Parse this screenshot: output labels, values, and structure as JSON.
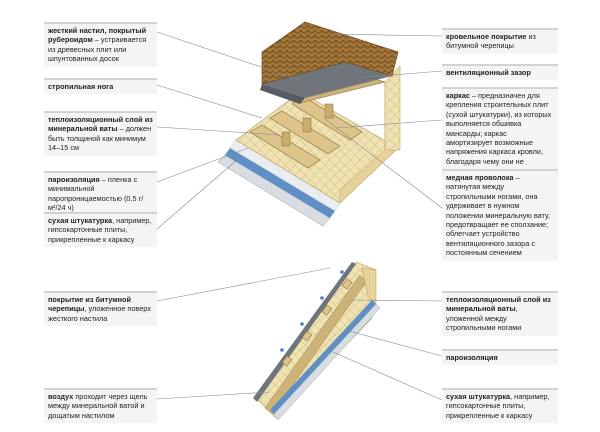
{
  "callouts": {
    "hard_deck": {
      "bold": "жесткий настил, покрытый рубероидом",
      "rest": " – устраивается из древесных плит или шпунтованных досок"
    },
    "rafter": {
      "bold": "стропильная нога",
      "rest": ""
    },
    "insulation_top": {
      "bold": "теплоизоляционный слой из минеральной ваты",
      "rest": " – должен быть толщиной как минимум 14–15 см"
    },
    "vapor_barrier_top": {
      "bold": "пароизоляция",
      "rest": " – пленка с минимальной паропроницаемостью (0,5 г/м²/24 ч)"
    },
    "drywall_top": {
      "bold": "сухая штукатурка",
      "rest": ", например, гипсокартонные плиты, прикрепленные к каркасу"
    },
    "roofing": {
      "bold": "кровельное покрытие",
      "rest": " из битумной черепицы"
    },
    "vent_gap": {
      "bold": "вентиляционный зазор",
      "rest": ""
    },
    "frame": {
      "bold": "каркас",
      "rest": " – предназначен для крепления строительных плит (сухой штукатурки), из которых выполняется обшивка мансарды; каркас амортизирует возможные напряжения каркаса кровли, благодаря чему они не переносятся на плиты"
    },
    "copper_wire": {
      "bold": "медная проволока",
      "rest": " – натянутая между стропильными ногами, она удерживает в нужном положении минеральную вату, предотвращает ее сползание; облегчает устройство вентиляционного зазора с постоянным сечением"
    },
    "bitumen_shingle": {
      "bold": "покрытие из битумной черепицы",
      "rest": ", уложенное поверх жесткого настила"
    },
    "air": {
      "bold": "воздух",
      "rest": " проходит через щель между минеральной ватой и дощатым настилом"
    },
    "insulation_bottom": {
      "bold": "теплоизоляционный слой из минеральной ваты",
      "rest": ", уложенной между стропильными ногами"
    },
    "vapor_barrier_bottom": {
      "bold": "пароизоляция",
      "rest": ""
    },
    "drywall_bottom": {
      "bold": "сухая штукатурка",
      "rest": ", например, гипсокартонные плиты, прикрепленные к каркасу"
    }
  },
  "colors": {
    "box_bg": "#f3f4f4",
    "leader": "#7f8c98",
    "shingle": "#a3763a",
    "insulation": "#efe3b4",
    "wood": "#dcc48a",
    "felt": "#6f757b",
    "vapor": "#5f8fc4"
  },
  "icons": [
    "roof-cross-section-top",
    "roof-cross-section-bottom"
  ]
}
